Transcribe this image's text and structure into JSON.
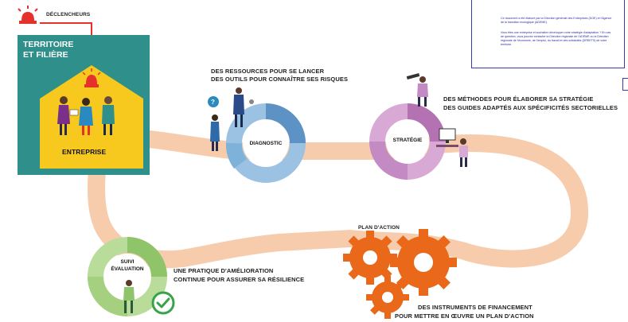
{
  "header": {
    "alarm_label": "DÉCLENCHEURS"
  },
  "box": {
    "title_line1": "TERRITOIRE",
    "title_line2": "ET FILIÈRE",
    "house_label": "ENTREPRISE"
  },
  "stages": {
    "diagnostic": {
      "label": "DIAGNOSTIC",
      "line1": "DES RESSOURCES POUR SE LANCER",
      "line2": "DES OUTILS POUR CONNAÎTRE SES RISQUES"
    },
    "strategie": {
      "label": "STRATÉGIE",
      "line1": "DES MÉTHODES POUR ÉLABORER SA STRATÉGIE",
      "line2": "DES GUIDES ADAPTÉS AUX SPÉCIFICITÉS SECTORIELLES"
    },
    "plan": {
      "label": "PLAN D'ACTION",
      "line1": "DES INSTRUMENTS DE FINANCEMENT",
      "line2": "POUR METTRE EN ŒUVRE UN PLAN D'ACTION"
    },
    "suivi": {
      "label1": "SUIVI",
      "label2": "ÉVALUATION",
      "line1": "UNE PRATIQUE D'AMÉLIORATION",
      "line2": "CONTINUE POUR ASSURER SA RÉSILIENCE"
    }
  },
  "note": {
    "line1": "Ce document a été élaboré par la Direction générale des Entreprises (DGE) et l'Agence de la transition écologique (ADEME).",
    "line2": "Vous êtes une entreprise et souhaitez développer votre stratégie d'adaptation ? En cas de question, vous pouvez contacter la Direction régionale de l'ADEME ou la Direction régionale de l'économie, de l'emploi, du travail et des solidarités (DREETS) de votre territoire."
  },
  "colors": {
    "teal": "#2f8f8a",
    "yellow": "#f7c81e",
    "path": "#f6c6a3",
    "diagnostic": "#7fb2d9",
    "strategie": "#c48ac3",
    "gear": "#e9681a",
    "suivi": "#8fc46a",
    "alarm": "#e5312b"
  }
}
